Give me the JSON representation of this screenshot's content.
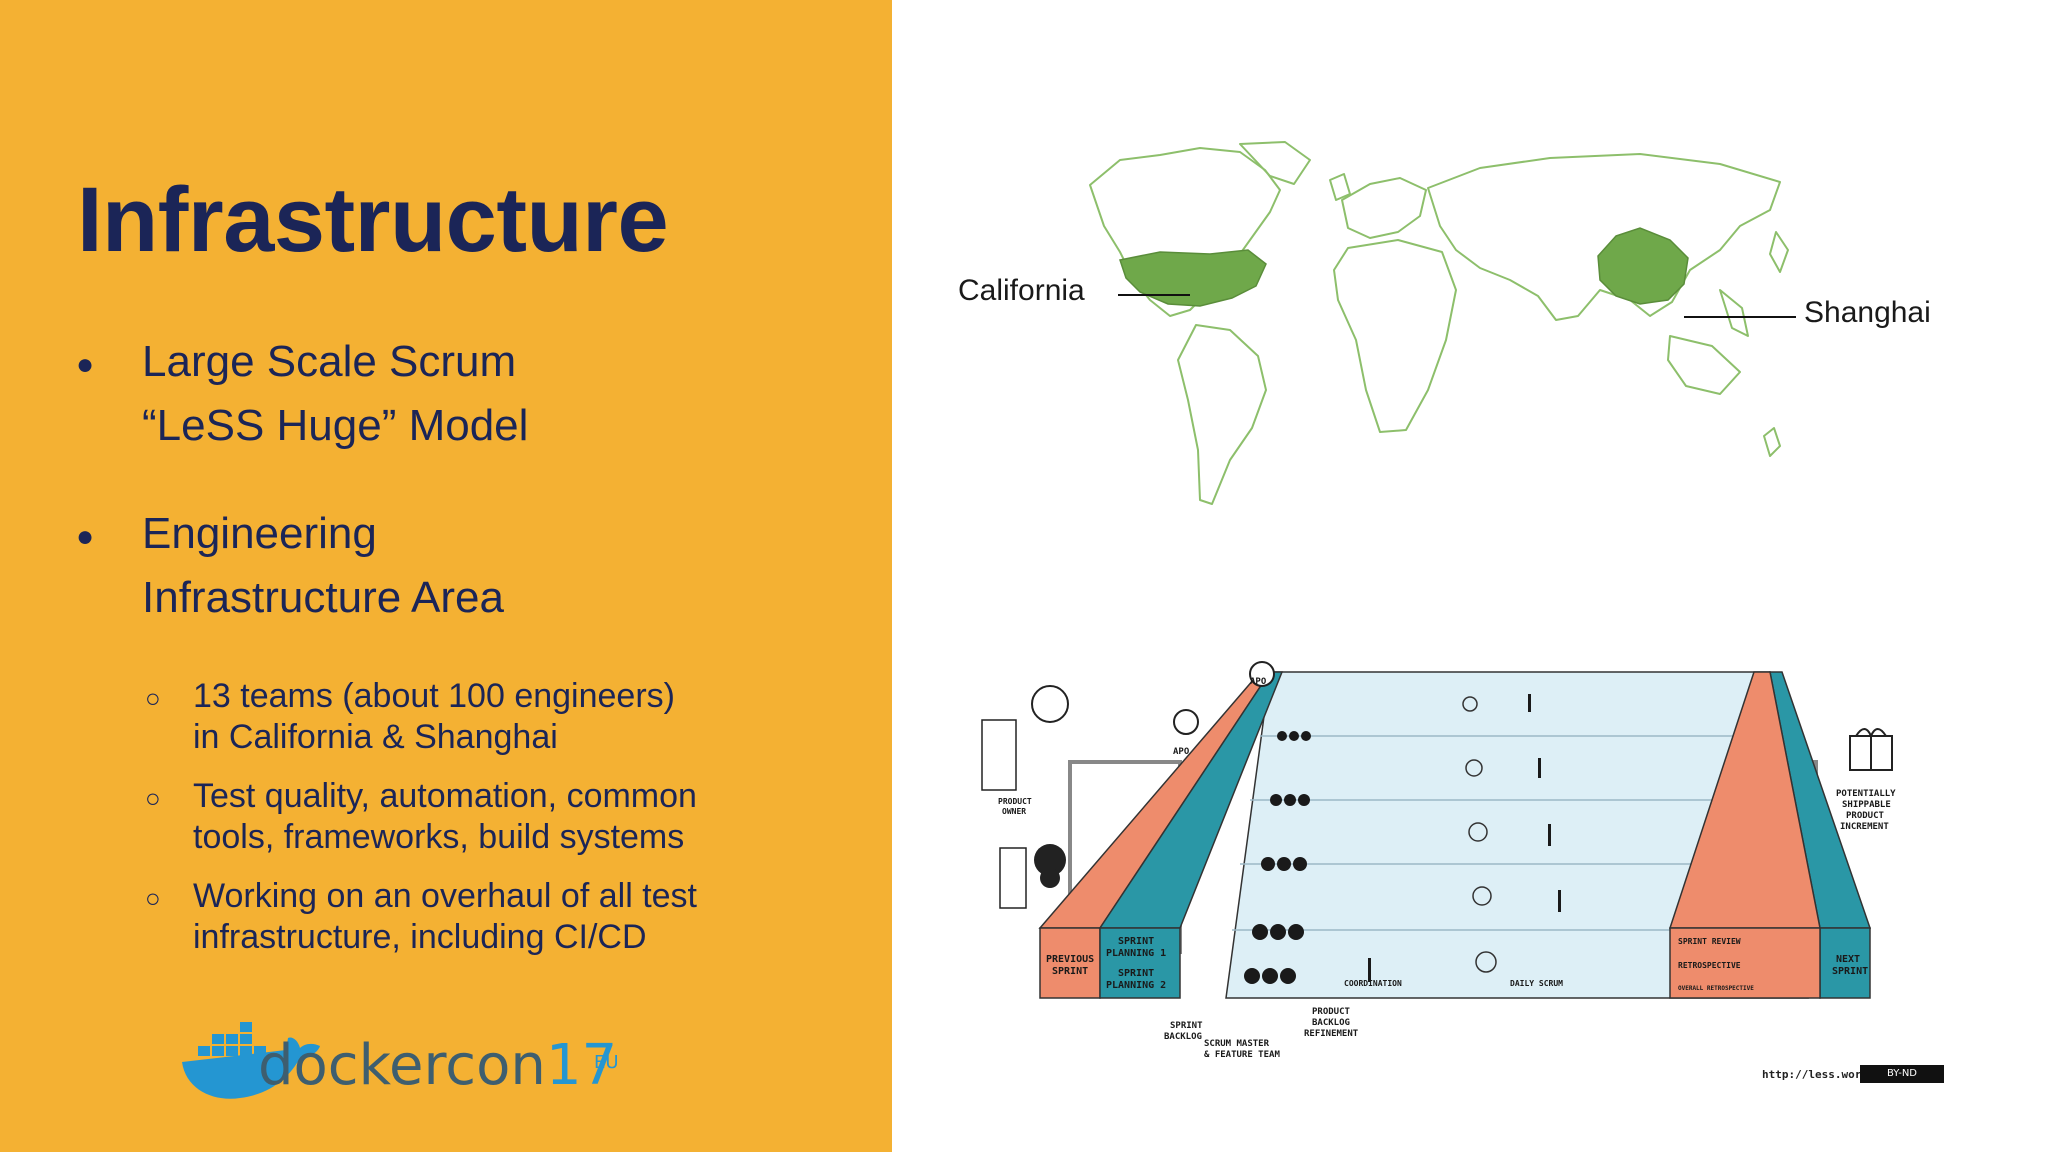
{
  "slide": {
    "title": "Infrastructure",
    "bullets": [
      {
        "marker": "●",
        "lines": [
          "Large Scale Scrum",
          "“LeSS Huge” Model"
        ]
      },
      {
        "marker": "●",
        "lines": [
          "Engineering",
          "Infrastructure Area"
        ]
      }
    ],
    "sub_bullets": [
      {
        "marker": "○",
        "lines": [
          "13 teams (about 100 engineers)",
          "in California & Shanghai"
        ]
      },
      {
        "marker": "○",
        "lines": [
          "Test quality, automation, common",
          "tools, frameworks, build systems"
        ]
      },
      {
        "marker": "○",
        "lines": [
          "Working on an overhaul of all test",
          "infrastructure, including CI/CD"
        ]
      }
    ]
  },
  "logo": {
    "text": "dockercon",
    "number": "17",
    "edition": "EU",
    "icon": "docker-whale-icon"
  },
  "map": {
    "labels": {
      "left": "California",
      "right": "Shanghai"
    },
    "colors": {
      "outline": "#8DBF6B",
      "highlight": "#6FA84A"
    }
  },
  "diagram": {
    "labels": {
      "previous_sprint": [
        "PREVIOUS",
        "SPRINT"
      ],
      "sprint_planning_1": [
        "SPRINT",
        "PLANNING 1"
      ],
      "sprint_planning_2": [
        "SPRINT",
        "PLANNING 2"
      ],
      "product_owner": [
        "PRODUCT",
        "OWNER"
      ],
      "sprint_backlog": [
        "SPRINT",
        "BACKLOG"
      ],
      "scrum_master": [
        "SCRUM MASTER",
        "& FEATURE TEAM"
      ],
      "product_backlog_refinement": [
        "PRODUCT",
        "BACKLOG",
        "REFINEMENT"
      ],
      "coordination": "COORDINATION",
      "daily_scrum": "DAILY SCRUM",
      "sprint_review": "SPRINT REVIEW",
      "retrospective": "RETROSPECTIVE",
      "overall_retrospective": "OVERALL RETROSPECTIVE",
      "next_sprint": [
        "NEXT",
        "SPRINT"
      ],
      "increment": [
        "POTENTIALLY",
        "SHIPPABLE",
        "PRODUCT",
        "INCREMENT"
      ],
      "apo": "APO"
    },
    "credit": "http://less.works",
    "license": "BY-ND",
    "colors": {
      "salmon": "#EE8C6C",
      "teal": "#2A97A6",
      "light_blue": "#DDEFF6"
    }
  }
}
